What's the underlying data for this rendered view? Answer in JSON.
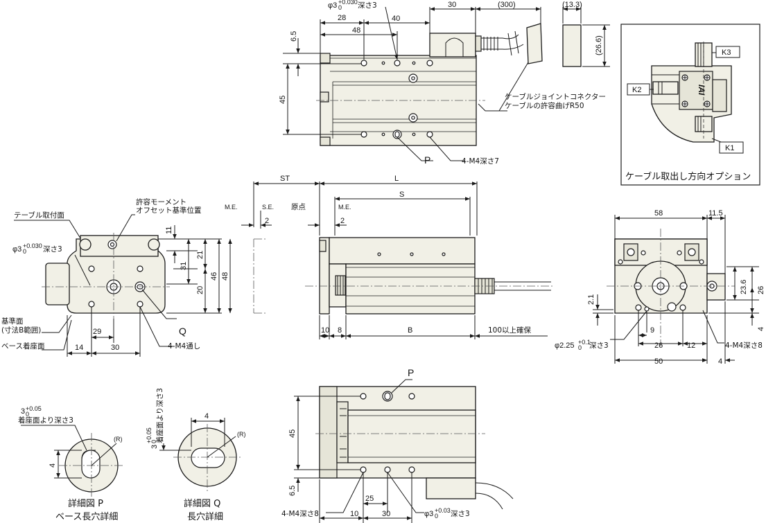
{
  "top_view": {
    "dims": {
      "d28": "28",
      "d48": "48",
      "d40": "40",
      "d30": "30",
      "d300": "(300)",
      "d13_3": "(13.3)",
      "d26_6": "(26.6)",
      "d6_5": "6.5",
      "d45": "45"
    },
    "hole_note": "φ3",
    "tol": "+0.030",
    "tol0": "0",
    "depth": "深さ3",
    "connector_note1": "ケーブルジョイントコネクター",
    "connector_note2": "ケーブルの許容曲げR50",
    "label_p": "P",
    "m4_note": "4-M4深さ7"
  },
  "option_box": {
    "k1": "K1",
    "k2": "K2",
    "k3": "K3",
    "logo": "IAI",
    "caption": "ケーブル取出し方向オプション"
  },
  "front_view": {
    "table_mount": "テーブル取付面",
    "moment_note1": "許容モーメント",
    "moment_note2": "オフセット基準位置",
    "hole_note": "φ3",
    "tol": "+0.030",
    "tol0": "0",
    "depth": "深さ3",
    "ref_face1": "基準面",
    "ref_face2": "(寸法B範囲)",
    "base_face": "ベース着座面",
    "label_q": "Q",
    "m4_note": "4-M4通し",
    "dims": {
      "d11": "11",
      "d31": "31",
      "d21": "21",
      "d20": "20",
      "d46": "46",
      "d48": "48",
      "d29": "29",
      "d14": "14",
      "d30": "30"
    }
  },
  "side_view": {
    "st": "ST",
    "l": "L",
    "s": "S",
    "me": "M.E.",
    "se": "S.E.",
    "origin": "原点",
    "me2": "M.E.",
    "d2a": "2",
    "d2b": "2",
    "d10": "10",
    "d8": "8",
    "b": "B",
    "clearance": "100以上確保"
  },
  "end_view": {
    "d58": "58",
    "d11_5": "11.5",
    "d2_1": "2.1",
    "d23_6": "23.6",
    "d26": "26",
    "d4a": "4",
    "d9": "9",
    "d26b": "26",
    "d12": "12",
    "d50": "50",
    "d4b": "4",
    "hole_note": "φ2.25",
    "tol": "+0.1",
    "tol0": "0",
    "depth": "深さ3",
    "m4_note": "4-M4深さ8"
  },
  "detail_p": {
    "dim_top": "3",
    "tol": "+0.05",
    "tol0": "0",
    "note": "着座面より深さ3",
    "r": "(R)",
    "d4": "4",
    "caption1": "詳細図 P",
    "caption2": "ベース長穴詳細"
  },
  "detail_q": {
    "dim_side": "3",
    "tol": "+0.05",
    "tol0": "0",
    "note": "着座面より深さ3",
    "r": "(R)",
    "d4": "4",
    "caption1": "詳細図 Q",
    "caption2": "長穴詳細"
  },
  "bottom_view": {
    "label_p": "P",
    "d45": "45",
    "d6_5": "6.5",
    "d25": "25",
    "d10": "10",
    "d30": "30",
    "m4_note": "4-M4深さ8",
    "hole_note": "φ3",
    "tol": "+0.03",
    "tol0": "0",
    "depth": "深さ3"
  }
}
